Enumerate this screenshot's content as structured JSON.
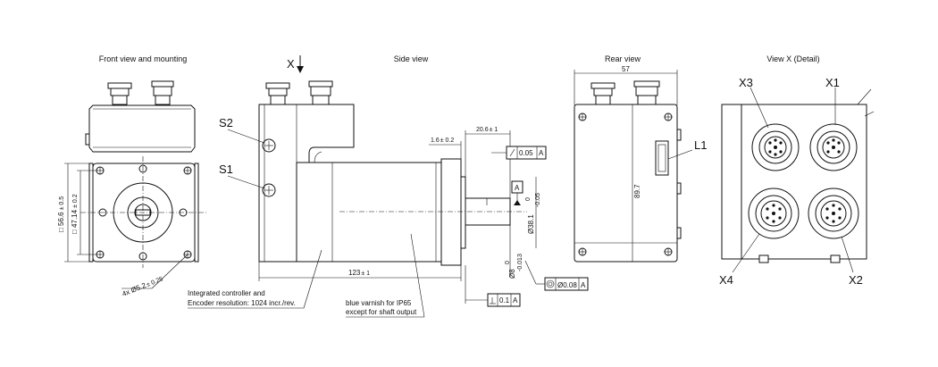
{
  "views": {
    "front": "Front view and mounting",
    "side": "Side view",
    "rear": "Rear view",
    "detail": "View X   (Detail)"
  },
  "markers": {
    "x_arrow": "X",
    "s1": "S1",
    "s2": "S2",
    "l1": "L1",
    "x1": "X1",
    "x2": "X2",
    "x3": "X3",
    "x4": "X4"
  },
  "dimensions": {
    "d_56_6": "□ 56.6",
    "d_56_6_tol": "± 0.5",
    "d_47_14": "□ 47.14",
    "d_47_14_tol": "± 0.2",
    "holes": "4x Ø5.2",
    "holes_tol": "± 0.25",
    "d_20_6": "20.6",
    "d_20_6_tol": "± 1",
    "d_1_6": "1.6",
    "d_1_6_tol": "± 0.2",
    "len_123": "123",
    "len_123_tol": "± 1",
    "d_38_1": "Ø38.1",
    "d_38_1_tol_top": "0",
    "d_38_1_tol_bot": "-0.05",
    "d_8": "Ø8",
    "d_8_tol_top": "0",
    "d_8_tol_bot": "-0.013",
    "w_57": "57",
    "h_89_7": "89.7"
  },
  "tolerances": {
    "runout": "0.05",
    "runout_ref": "A",
    "datum": "A",
    "concentricity": "Ø0.08",
    "concentricity_ref": "A",
    "perpendicularity": "0.1",
    "perpendicularity_ref": "A"
  },
  "notes": {
    "controller_line1": "Integrated controller and",
    "controller_line2": "Encoder resolution: 1024 incr./rev.",
    "varnish_line1": "blue varnish for IP65",
    "varnish_line2": "except for shaft output"
  }
}
